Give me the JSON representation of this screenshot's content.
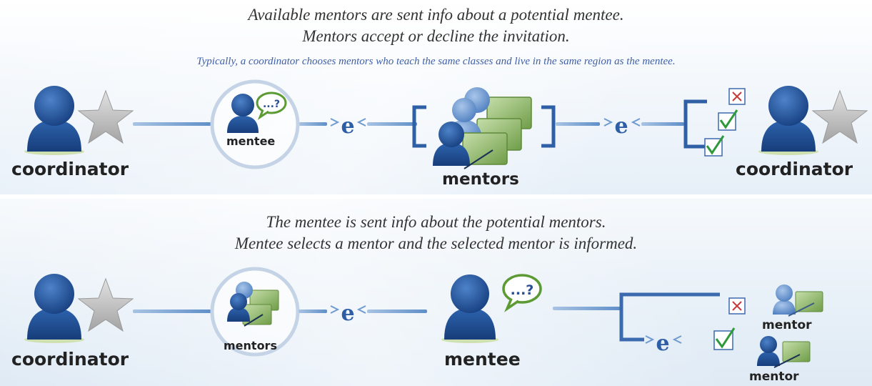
{
  "top": {
    "caption_line1": "Available mentors are sent info about a potential  mentee.",
    "caption_line2": "Mentors accept or decline the invitation.",
    "caption_note": "Typically, a coordinator chooses mentors who teach the same classes and live in the same region as the mentee.",
    "coordinator_left_label": "coordinator",
    "mentee_bubble_label": "mentee",
    "mentors_label": "mentors",
    "coordinator_right_label": "coordinator",
    "email_symbol": "e",
    "question_mark": "...?"
  },
  "bottom": {
    "caption_line1": "The mentee is sent info about the potential mentors.",
    "caption_line2": "Mentee selects a mentor and the selected mentor is informed.",
    "coordinator_label": "coordinator",
    "mentors_bubble_label": "mentors",
    "mentee_label": "mentee",
    "mentor_declined_label": "mentor",
    "mentor_selected_label": "mentor",
    "email_symbol": "e",
    "question_mark": "...?"
  },
  "colors": {
    "person": "#1f4e96",
    "person_light": "#5b8fd0",
    "star": "#b8b8b8",
    "connector": "#7ea3cf",
    "screen": "#8fb56a",
    "check": "#2e9a3a",
    "cross": "#c83a3a"
  }
}
